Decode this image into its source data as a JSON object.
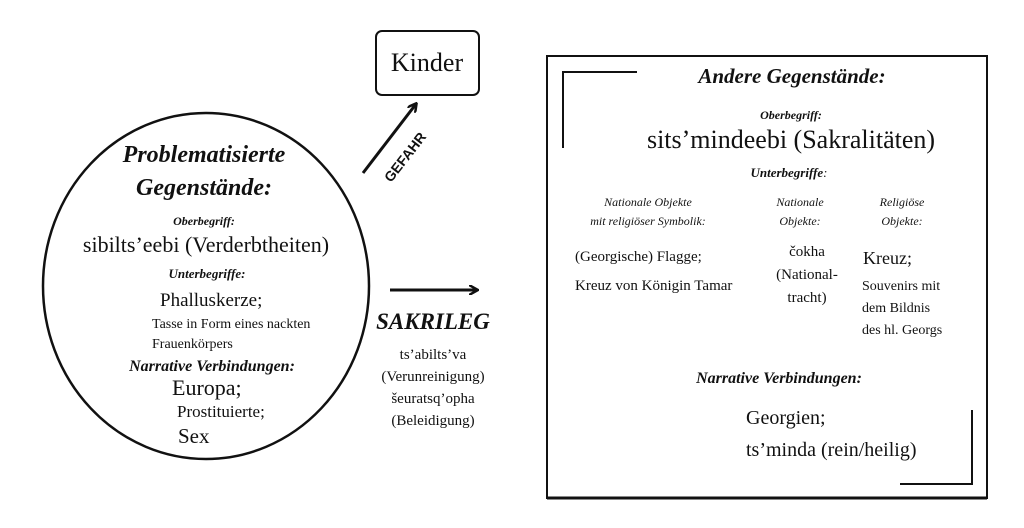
{
  "kinder_box": {
    "label": "Kinder"
  },
  "gefahr_arrow": {
    "label": "GEFAHR"
  },
  "circle": {
    "title_line1": "Problematisierte",
    "title_line2": "Gegenstände:",
    "oberbegriff_label": "Oberbegriff:",
    "oberbegriff_value": "sibilts’eebi (Verderbtheiten)",
    "unterbegriffe_label": "Unterbegriffe:",
    "unterbegriffe": [
      "Phalluskerze;",
      "Tasse in Form eines nackten",
      "Frauenkörpers"
    ],
    "narrative_label": "Narrative Verbindungen:",
    "narrative": [
      "Europa;",
      "Prostituierte;",
      "Sex"
    ]
  },
  "sakrileg": {
    "label": "SAKRILEG",
    "lines": [
      "ts’abilts’va",
      "(Verunreinigung)",
      "šeuratsq’opha",
      "(Beleidigung)"
    ]
  },
  "box": {
    "title": "Andere Gegenstände:",
    "oberbegriff_label": "Oberbegriff:",
    "oberbegriff_value": "sits’mindeebi (Sakralitäten)",
    "unterbegriffe_label": "Unterbegriffe",
    "unterbegriffe_colon": ":",
    "columns": [
      {
        "header": [
          "Nationale Objekte",
          "mit religiöser Symbolik:"
        ],
        "items": [
          "(Georgische) Flagge;",
          "Kreuz von Königin Tamar"
        ]
      },
      {
        "header": [
          "Nationale",
          "Objekte:"
        ],
        "items": [
          "čokha",
          "(National-",
          "tracht)"
        ]
      },
      {
        "header": [
          "Religiöse",
          "Objekte:"
        ],
        "items": [
          "Kreuz;",
          "Souvenirs mit",
          "dem Bildnis",
          "des hl. Georgs"
        ]
      }
    ],
    "narrative_label": "Narrative Verbindungen:",
    "narrative": [
      "Georgien;",
      "ts’minda (rein/heilig)"
    ]
  }
}
